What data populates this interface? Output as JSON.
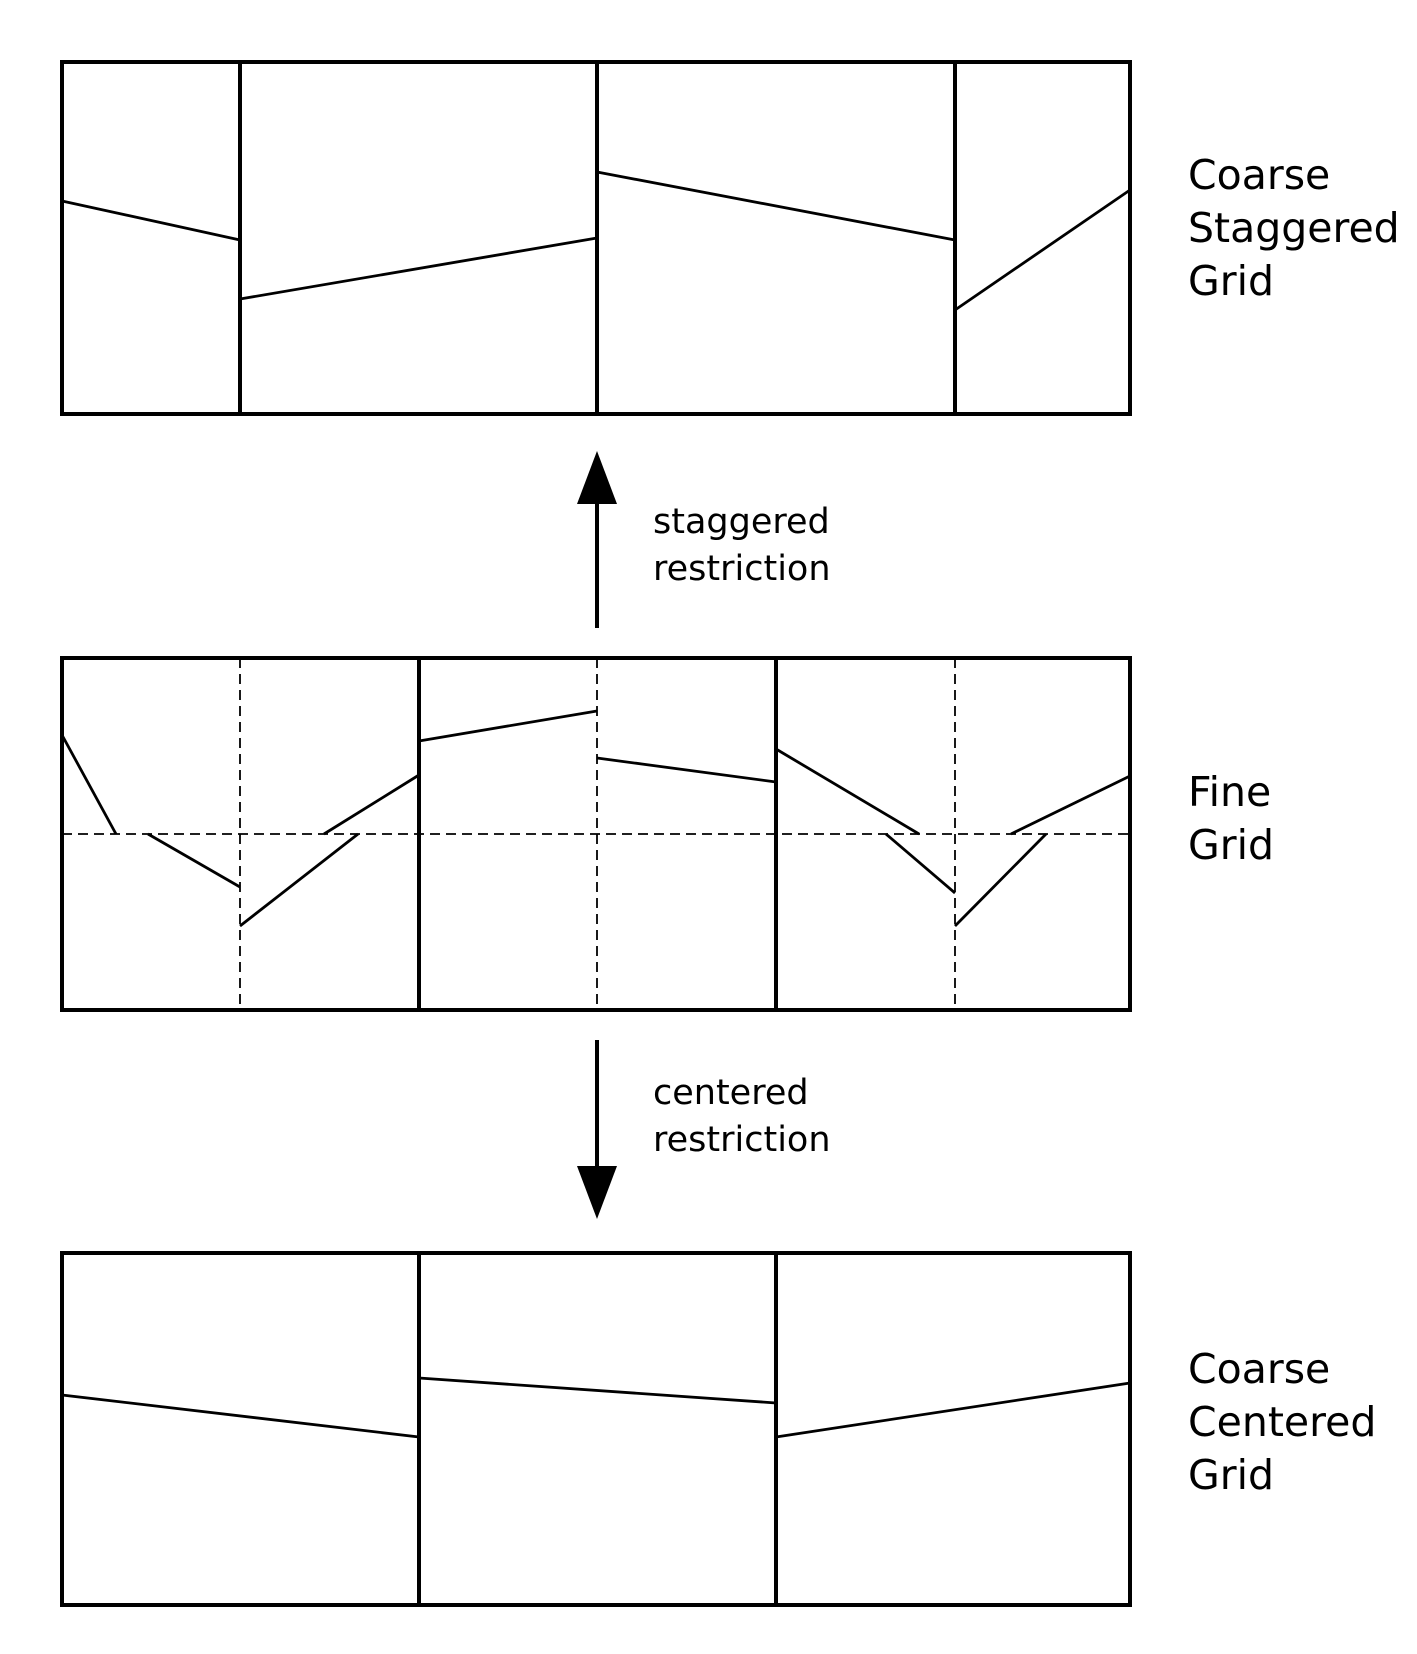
{
  "panels": {
    "coarse_staggered": {
      "label_lines": [
        "Coarse",
        "Staggered",
        "Grid"
      ]
    },
    "fine": {
      "label_lines": [
        "Fine",
        "Grid"
      ]
    },
    "coarse_centered": {
      "label_lines": [
        "Coarse",
        "Centered",
        "Grid"
      ]
    }
  },
  "arrows": {
    "staggered_restriction": {
      "direction": "up",
      "label_lines": [
        "staggered",
        "restriction"
      ]
    },
    "centered_restriction": {
      "direction": "down",
      "label_lines": [
        "centered",
        "restriction"
      ]
    }
  },
  "colors": {
    "ink": "#000000",
    "background": "#ffffff"
  }
}
